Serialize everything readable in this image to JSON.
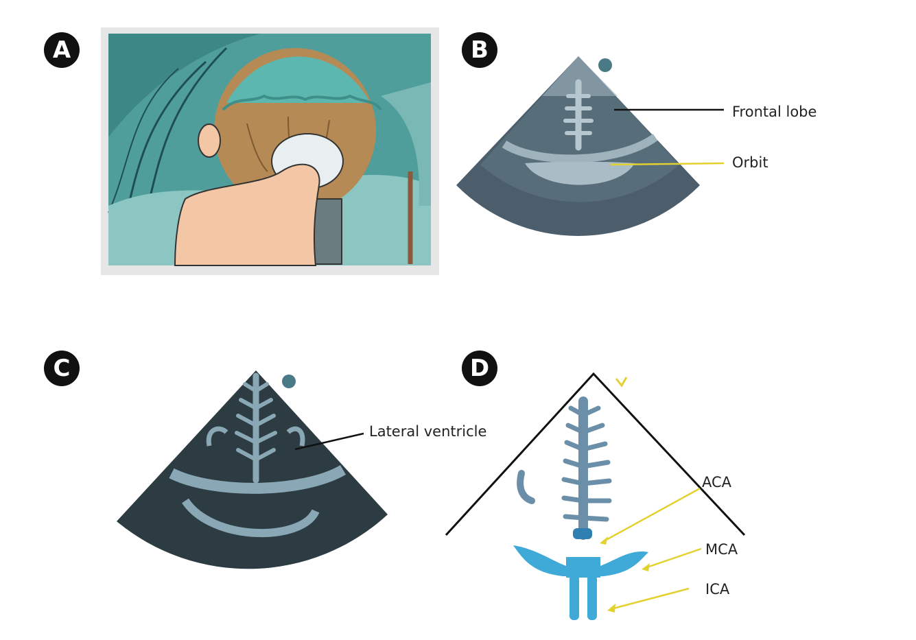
{
  "panels": {
    "a": {
      "letter": "A"
    },
    "b": {
      "letter": "B",
      "labels": {
        "frontal_lobe": "Frontal lobe",
        "orbit": "Orbit"
      }
    },
    "c": {
      "letter": "C",
      "labels": {
        "lateral_ventricle": "Lateral ventricle"
      }
    },
    "d": {
      "letter": "D",
      "labels": {
        "aca": "ACA",
        "mca": "MCA",
        "ica": "ICA"
      }
    }
  },
  "colors": {
    "badge": "#111111",
    "scrub_teal": "#4f9e9c",
    "sheet": "#8cc6c2",
    "hair": "#b58a55",
    "skin": "#f3c6a6",
    "fan_b": "#4c5e6b",
    "fan_c": "#2c3c42",
    "structure": "#8aa7b5",
    "vessel_blue": "#3fa9d8",
    "yellow_leader": "#e2d12f",
    "black_leader": "#111111"
  },
  "icons": [
    "probe-marker-dot-icon",
    "probe-marker-v-icon"
  ]
}
